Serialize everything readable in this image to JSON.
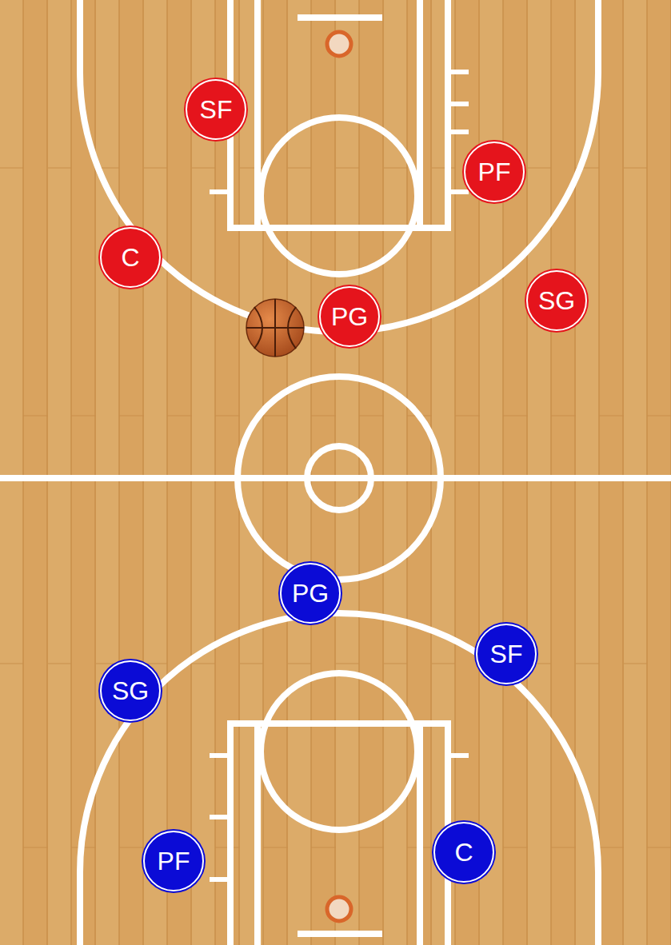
{
  "diagram": {
    "nodes": [
      {
        "text": [
          "SF"
        ]
      },
      {
        "text": [
          "PF"
        ]
      },
      {
        "text": [
          "C"
        ]
      },
      {
        "text": [
          "SG"
        ]
      },
      {
        "text": [
          "PG"
        ]
      },
      {
        "text": [
          "PG"
        ]
      },
      {
        "text": [
          "SF"
        ]
      },
      {
        "text": [
          "SG"
        ]
      },
      {
        "text": [
          "C"
        ]
      },
      {
        "text": [
          "PF"
        ]
      }
    ]
  }
}
